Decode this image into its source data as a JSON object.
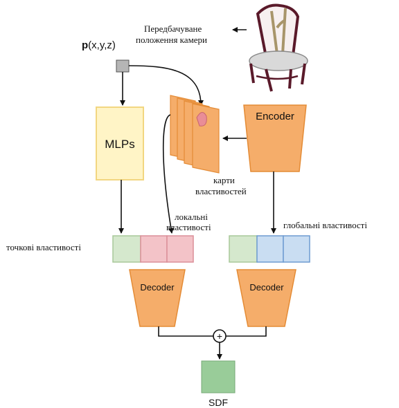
{
  "labels": {
    "camera_pose_line1": "Передбачуване",
    "camera_pose_line2": "положення камери",
    "point_prefix": "p",
    "point_coords": "(x,y,z)",
    "mlps": "MLPs",
    "encoder": "Encoder",
    "feature_maps_line1": "карти",
    "feature_maps_line2": "властивостей",
    "local_features_line1": "локальні",
    "local_features_line2": "властивості",
    "global_features": "глобальні властивості",
    "point_features": "точкові властивості",
    "decoder_left": "Decoder",
    "decoder_right": "Decoder",
    "plus_symbol": "+",
    "output": "SDF"
  },
  "icons": {
    "input_chair": "chair-icon",
    "sum": "plus-circle-icon"
  },
  "colors": {
    "point_square": "#b5b5b5",
    "mlp_fill": "#fff4c6",
    "mlp_border": "#f2d680",
    "orange_fill": "#f5ad6a",
    "orange_border": "#e48b35",
    "green_fill": "#d5e8cd",
    "green_border": "#a8c89a",
    "pink_fill": "#f3c3c8",
    "pink_border": "#db8f99",
    "blue_fill": "#c9ddf2",
    "blue_border": "#6e9bd1",
    "sdf_fill": "#99cc99",
    "arrow": "#111111"
  }
}
